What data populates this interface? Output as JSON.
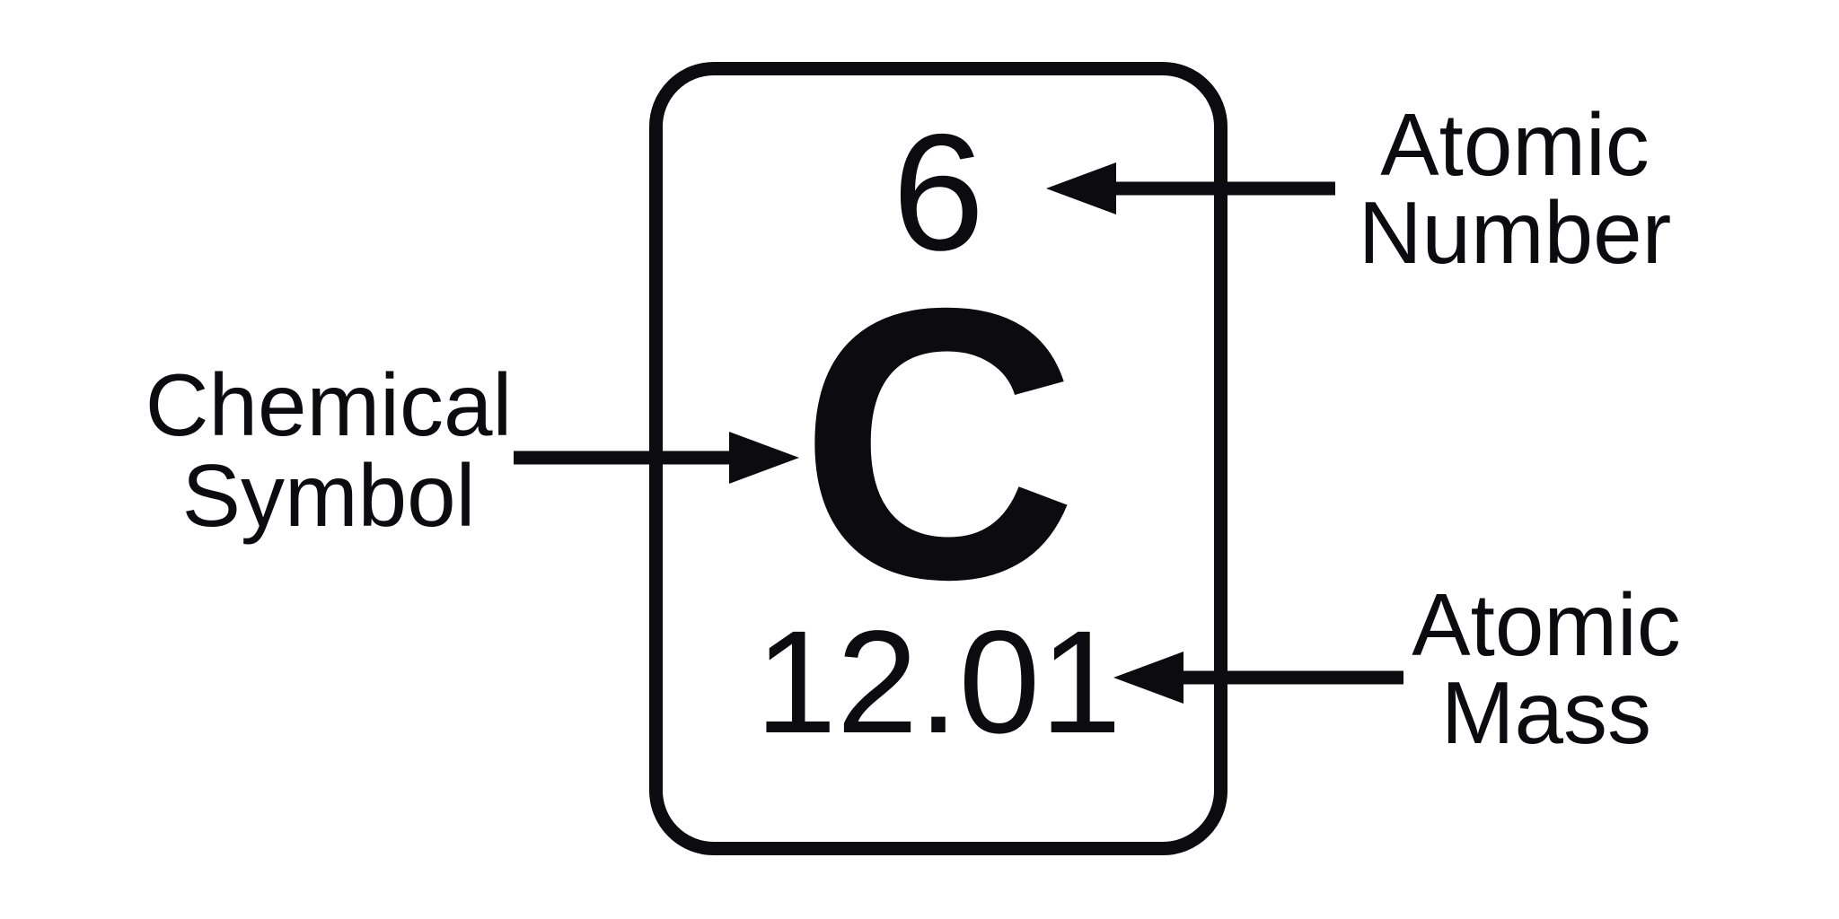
{
  "colors": {
    "ink": "#0b0b10",
    "background": "#ffffff"
  },
  "element_tile": {
    "atomic_number": "6",
    "symbol": "C",
    "atomic_mass": "12.01"
  },
  "labels": {
    "atomic_number": {
      "line1": "Atomic",
      "line2": "Number"
    },
    "chemical_symbol": {
      "line1": "Chemical",
      "line2": "Symbol"
    },
    "atomic_mass": {
      "line1": "Atomic",
      "line2": "Mass"
    }
  }
}
